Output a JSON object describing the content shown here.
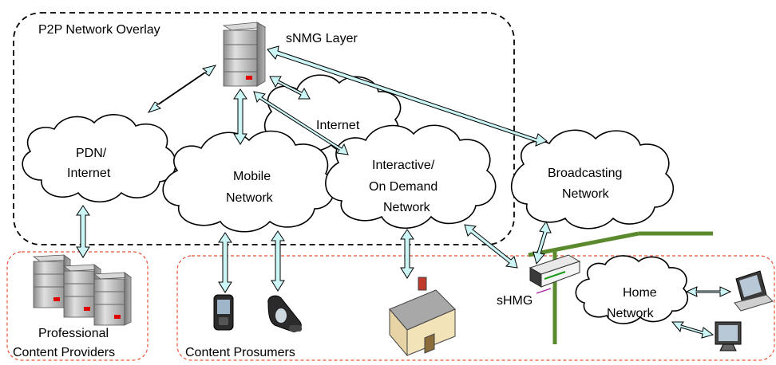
{
  "labels": {
    "overlay": "P2P Network Overlay",
    "snmg": "sNMG Layer",
    "internet_top": "Internet",
    "pdn_line1": "PDN/",
    "pdn_line2": "Internet",
    "mobile_line1": "Mobile",
    "mobile_line2": "Network",
    "interactive_line1": "Interactive/",
    "interactive_line2": "On Demand",
    "interactive_line3": "Network",
    "broadcast_line1": "Broadcasting",
    "broadcast_line2": "Network",
    "shmg": "sHMG",
    "home_line1": "Home",
    "home_line2": "Network",
    "providers_line1": "Professional",
    "providers_line2": "Content Providers",
    "prosumers": "Content Prosumers"
  },
  "colors": {
    "arrow_fill": "#ccf5f5",
    "overlay_border": "#000000",
    "region_border": "#e8533a",
    "power_line": "#5b8a2e",
    "server_red": "#e00000"
  }
}
